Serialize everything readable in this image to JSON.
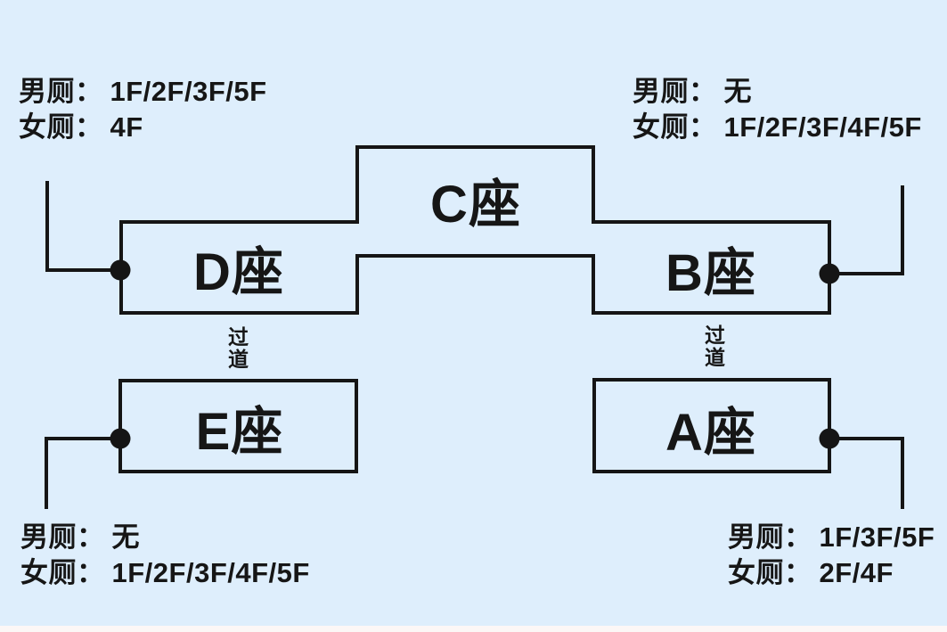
{
  "page": {
    "bg_color": "#deeefc",
    "line_color": "#151515",
    "text_color": "#161616",
    "footer_strip_color": "#fcf7f6"
  },
  "buildings": {
    "c": {
      "label": "C座"
    },
    "d": {
      "label": "D座"
    },
    "b": {
      "label": "B座"
    },
    "e": {
      "label": "E座"
    },
    "a": {
      "label": "A座"
    }
  },
  "aisles": {
    "left": {
      "label": "过道"
    },
    "right": {
      "label": "过道"
    }
  },
  "annotations": {
    "top_left": {
      "male": {
        "label": "男厕：",
        "floors": "1F/2F/3F/5F"
      },
      "female": {
        "label": "女厕：",
        "floors": "4F"
      }
    },
    "top_right": {
      "male": {
        "label": "男厕：",
        "floors": "无"
      },
      "female": {
        "label": "女厕：",
        "floors": "1F/2F/3F/4F/5F"
      }
    },
    "bottom_left": {
      "male": {
        "label": "男厕：",
        "floors": "无"
      },
      "female": {
        "label": "女厕：",
        "floors": "1F/2F/3F/4F/5F"
      }
    },
    "bottom_right": {
      "male": {
        "label": "男厕：",
        "floors": "1F/3F/5F"
      },
      "female": {
        "label": "女厕：",
        "floors": "2F/4F"
      }
    }
  }
}
